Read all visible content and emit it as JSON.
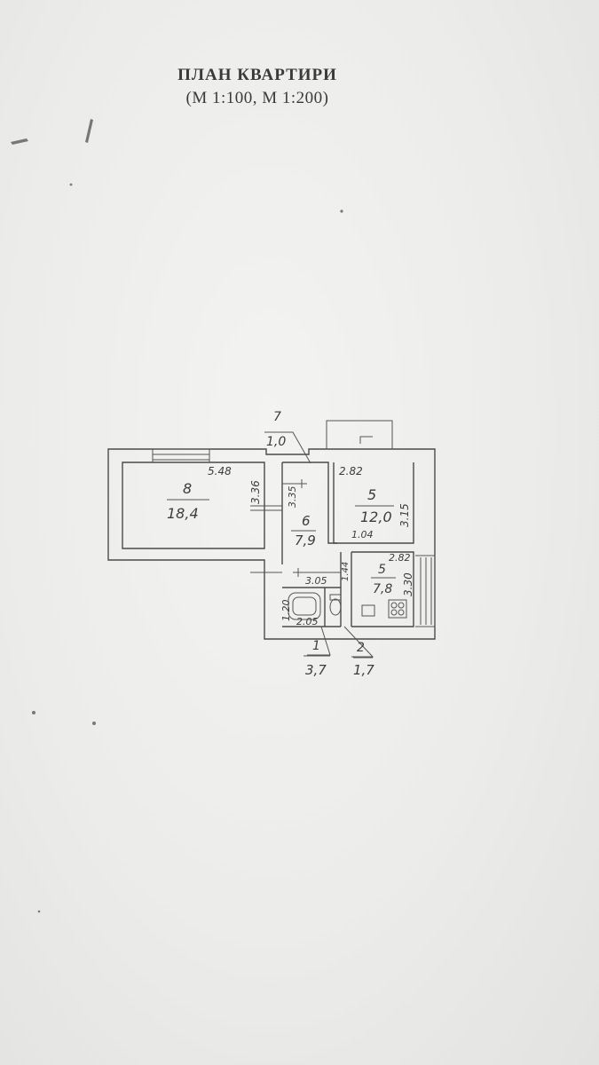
{
  "header": {
    "title": "ПЛАН КВАРТИРИ",
    "scale": "(М 1:100,  М 1:200)"
  },
  "rooms": {
    "r8": {
      "number": "8",
      "area": "18,4"
    },
    "r7": {
      "number": "7",
      "area": "1,0"
    },
    "r6": {
      "number": "6",
      "area": "7,9"
    },
    "r5a": {
      "number": "5",
      "area": "12,0"
    },
    "r5b": {
      "number": "5",
      "area": "7,8"
    },
    "r1": {
      "number": "1",
      "area": "3,7"
    },
    "r2": {
      "number": "2",
      "area": "1,7"
    }
  },
  "dimensions": {
    "d548": "5.48",
    "d336": "3.36",
    "d335": "3.35",
    "d282a": "2.82",
    "d315": "3.15",
    "d104": "1.04",
    "d282b": "2.82",
    "d330": "3.30",
    "d305": "3.05",
    "d144": "1.44",
    "d120": "1.20",
    "d205": "2.05"
  },
  "colors": {
    "paper": "#ededeb",
    "ink": "#3d3d3d"
  }
}
